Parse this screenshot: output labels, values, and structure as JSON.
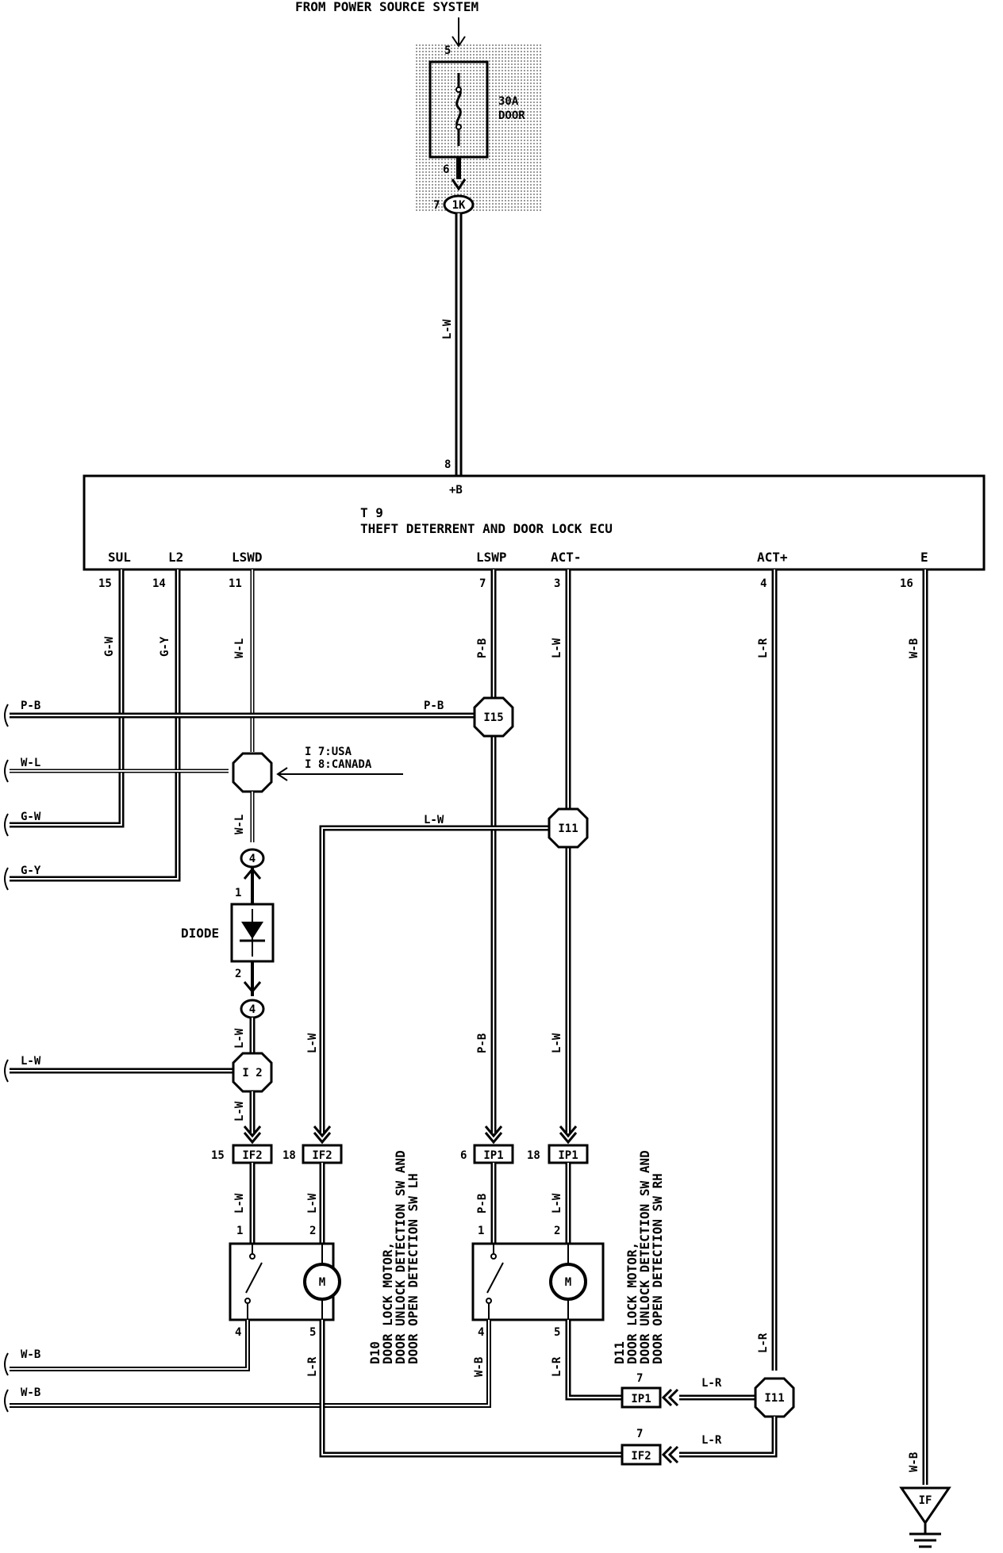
{
  "header": {
    "power_source": "FROM POWER SOURCE SYSTEM"
  },
  "fuse": {
    "rating": "30A",
    "name": "DOOR",
    "pin_in": "5",
    "pin_out": "6",
    "junction": "1K",
    "junction_pin": "7",
    "shade_color": "#d6d6d6"
  },
  "wires": {
    "supply": "L-W",
    "sul": "G-W",
    "l2": "G-Y",
    "lswd": "W-L",
    "lswp": "P-B",
    "act_minus": "L-W",
    "act_plus": "L-R",
    "ground": "W-B"
  },
  "ecu": {
    "code": "T 9",
    "name": "THEFT DETERRENT AND DOOR LOCK ECU",
    "b_pin": "8",
    "b_label": "+B",
    "terminals": [
      {
        "label": "SUL",
        "pin": "15"
      },
      {
        "label": "L2",
        "pin": "14"
      },
      {
        "label": "LSWD",
        "pin": "11"
      },
      {
        "label": "LSWP",
        "pin": "7"
      },
      {
        "label": "ACT-",
        "pin": "3"
      },
      {
        "label": "ACT+",
        "pin": "4"
      },
      {
        "label": "E",
        "pin": "16"
      }
    ]
  },
  "left_leads": [
    "P-B",
    "W-L",
    "G-W",
    "G-Y",
    "L-W",
    "W-B",
    "W-B"
  ],
  "connectors": {
    "i15": "I15",
    "i11_top": "I11",
    "i11_bottom": "I11",
    "i2": "I 2",
    "i7_note_usa": "I 7:USA",
    "i8_note_canada": "I 8:CANADA",
    "c4_top": "4",
    "c4_bottom": "4",
    "if2_a": "IF2",
    "if2_b": "IF2",
    "ip1_a": "IP1",
    "ip1_b": "IP1",
    "ip1_c": "IP1",
    "if2_c": "IF2",
    "ground": "IF"
  },
  "pins": {
    "if2_a": "15",
    "if2_b": "18",
    "ip1_a": "6",
    "ip1_b": "18",
    "ip1_c": "7",
    "if2_c": "7",
    "d10_1": "1",
    "d10_2": "2",
    "d10_4": "4",
    "d10_5": "5",
    "d11_1": "1",
    "d11_2": "2",
    "d11_4": "4",
    "d11_5": "5",
    "diode_1": "1",
    "diode_2": "2"
  },
  "diode": {
    "label": "DIODE"
  },
  "labels": {
    "pb_mid": "P-B",
    "lw_mid": "L-W",
    "lr_a": "L-R",
    "lr_b": "L-R",
    "wl_under": "W-L",
    "lw_after_diode": "L-W",
    "lw_after_i2": "L-W",
    "lw_if2a": "L-W",
    "lw_if2b_up": "L-W",
    "lw_if2b_dn": "L-W",
    "pb_ip1a_up": "P-B",
    "pb_ip1a_dn": "P-B",
    "lw_ip1b_up": "L-W",
    "lw_ip1b_dn": "L-W",
    "d10_pin4_wire": "W-B",
    "d10_pin5_wire": "L-R",
    "d11_pin4_wire": "W-B",
    "d11_pin5_wire": "L-R",
    "act_plus_low": "L-R",
    "ground_low": "W-B"
  },
  "motors": {
    "d10": {
      "code": "D10",
      "lines": [
        "DOOR LOCK MOTOR,",
        "DOOR UNLOCK DETECTION SW AND",
        "DOOR OPEN DETECTION SW LH"
      ],
      "motor_symbol": "M"
    },
    "d11": {
      "code": "D11",
      "lines": [
        "DOOR LOCK MOTOR,",
        "DOOR UNLOCK DETECTION SW AND",
        "DOOR OPEN DETECTION SW RH"
      ],
      "motor_symbol": "M"
    }
  }
}
